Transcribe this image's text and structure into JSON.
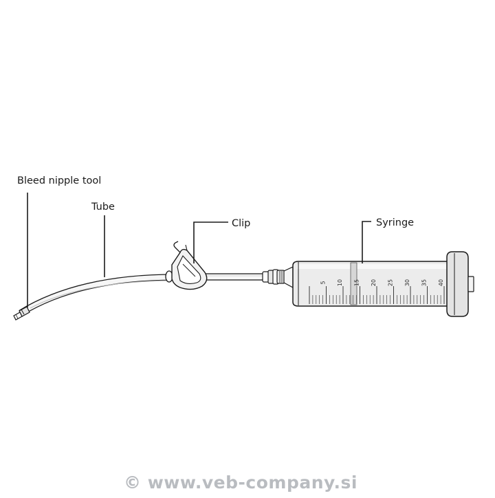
{
  "labels": {
    "bleed_nipple_tool": "Bleed nipple tool",
    "tube": "Tube",
    "clip": "Clip",
    "syringe": "Syringe"
  },
  "syringe_scale": [
    "5",
    "10",
    "15",
    "20",
    "25",
    "30",
    "35",
    "40"
  ],
  "watermark": "© www.veb-company.si",
  "colors": {
    "line": "#1a1a1a",
    "barrel_fill": "#ececec",
    "clip_fill": "#f2f2f2",
    "watermark": "#b9bcc0"
  }
}
